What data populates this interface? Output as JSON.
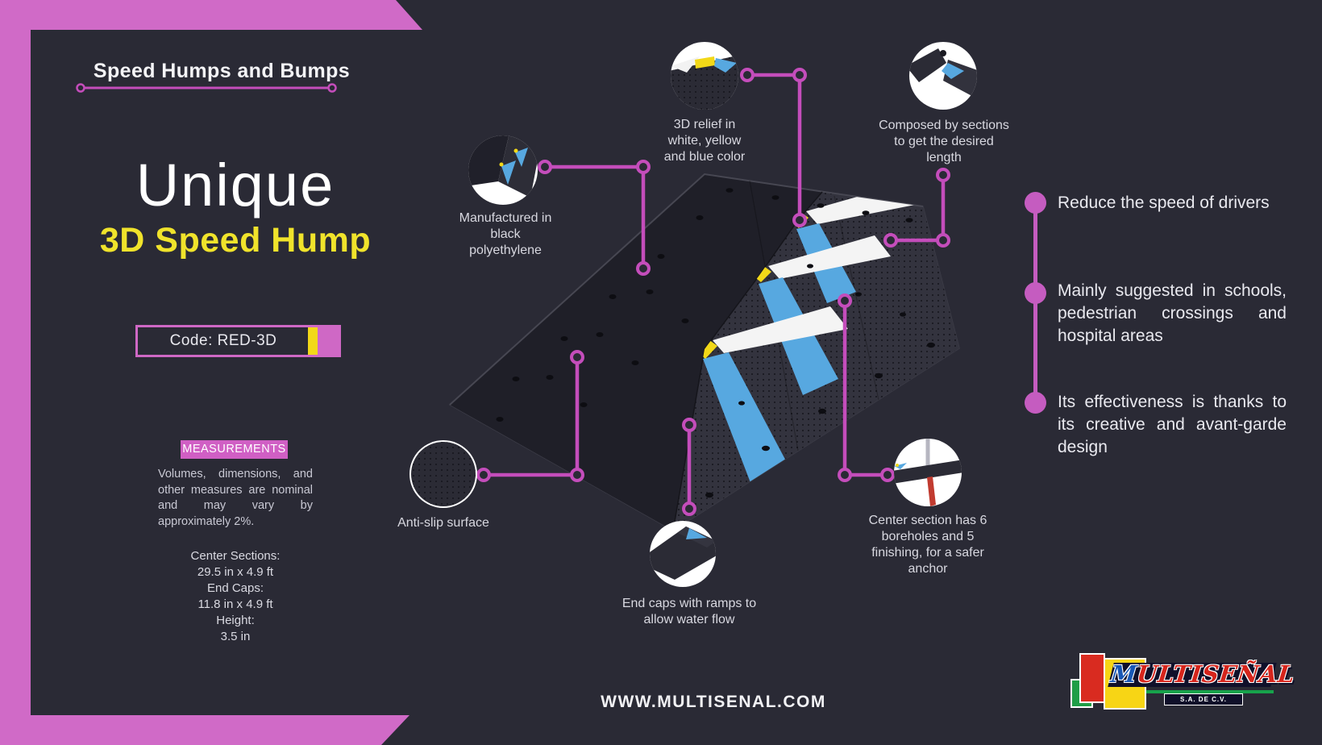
{
  "colors": {
    "background": "#2a2a35",
    "frame_pink": "#d06ac7",
    "connector_pink": "#c44dbb",
    "accent_yellow": "#f0e32b",
    "arrow_blue": "#57a8e0",
    "text_white": "#f4f4f7"
  },
  "header": {
    "title": "Speed Humps and Bumps"
  },
  "hero": {
    "line1": "Unique",
    "line2": "3D Speed Hump"
  },
  "code_box": {
    "label": "Code: RED-3D"
  },
  "measurements": {
    "heading": "MEASUREMENTS",
    "paragraph": "Volumes, dimensions, and other measures are nominal and may vary by approximately 2%.",
    "specs": [
      "Center Sections:",
      "29.5 in x 4.9 ft",
      "End Caps:",
      "11.8 in x 4.9 ft",
      "Height:",
      "3.5 in"
    ]
  },
  "callouts": {
    "relief": {
      "lines": [
        "3D relief in",
        "white, yellow",
        "and blue color"
      ]
    },
    "sections": {
      "lines": [
        "Composed by sections",
        "to get the desired",
        "length"
      ]
    },
    "polyethylene": {
      "lines": [
        "Manufactured in",
        "black",
        "polyethylene"
      ]
    },
    "antislip": {
      "lines": [
        "Anti-slip surface"
      ]
    },
    "endcaps": {
      "lines": [
        "End caps with ramps to",
        "allow water flow"
      ]
    },
    "anchor": {
      "lines": [
        "Center section has 6",
        "boreholes and 5",
        "finishing, for a safer",
        "anchor"
      ]
    }
  },
  "benefits": {
    "items": [
      {
        "text": "Reduce the speed of drivers"
      },
      {
        "text": "Mainly suggested in schools, pedestrian crossings and hospital areas"
      },
      {
        "text": "Its effectiveness is thanks to its creative and avant-garde design"
      }
    ]
  },
  "footer": {
    "website": "WWW.MULTISENAL.COM"
  },
  "logo": {
    "m": "M",
    "rest": "ULTISEÑAL",
    "sub": "S.A. DE C.V."
  }
}
